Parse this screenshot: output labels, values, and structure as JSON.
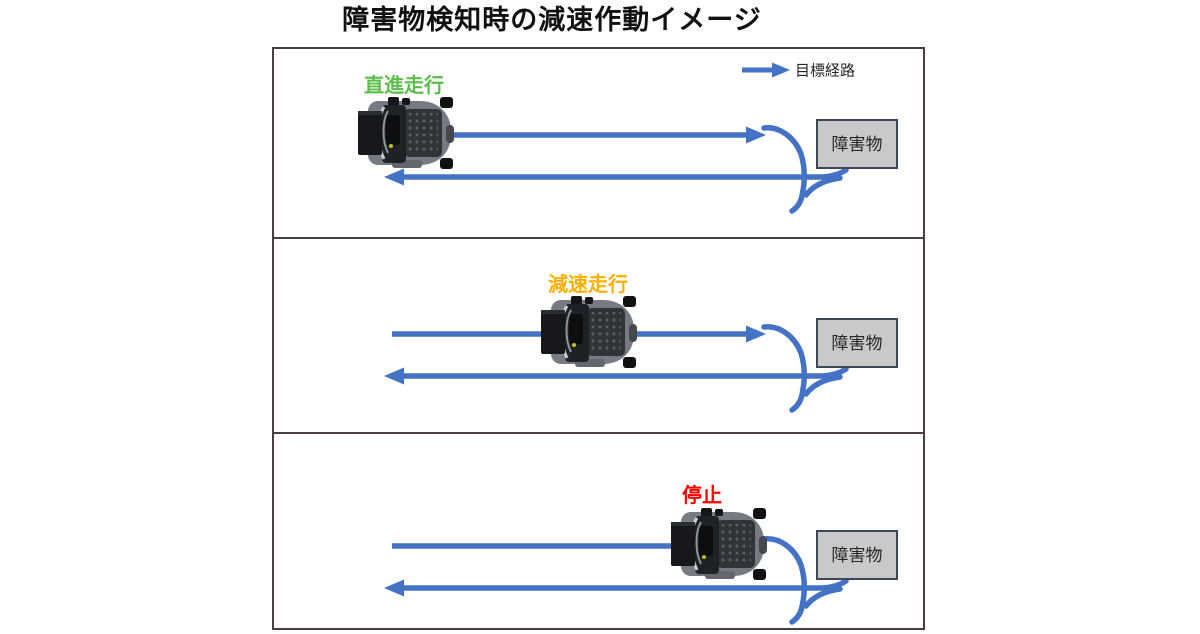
{
  "title": "障害物検知時の減速作動イメージ",
  "legend": {
    "label": "目標経路"
  },
  "colors": {
    "path_blue": "#4472C4",
    "frame_border": "#4A3E3E",
    "obstacle_fill": "#C9C9C9",
    "obstacle_border": "#3E4757",
    "straight_green": "#5CBE4A",
    "decelerate_amber": "#FFAF00",
    "stop_red": "#FF0000",
    "title_color": "#111111"
  },
  "icons": {
    "vehicle": "robot-vehicle-top-view",
    "legend_arrow": "blue-route-arrow"
  },
  "panels": [
    {
      "status_label": "直進走行",
      "status_color": "#5CBE4A",
      "obstacle_label": "障害物",
      "phase": "straight"
    },
    {
      "status_label": "減速走行",
      "status_color": "#FFAF00",
      "obstacle_label": "障害物",
      "phase": "decelerate"
    },
    {
      "status_label": "停止",
      "status_color": "#FF0000",
      "obstacle_label": "障害物",
      "phase": "stop"
    }
  ]
}
